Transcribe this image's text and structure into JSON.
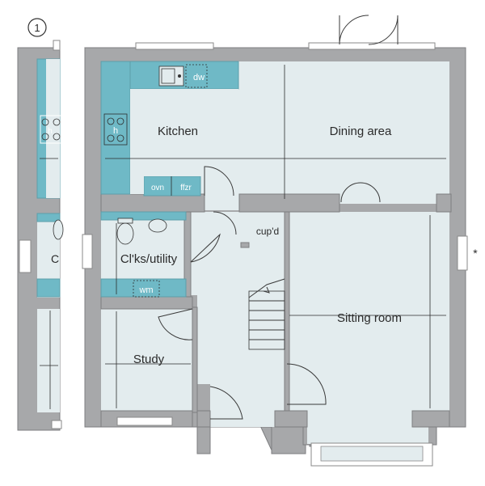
{
  "plan_number": "1",
  "rooms": {
    "kitchen": "Kitchen",
    "dining": "Dining area",
    "cloaks": "Cl'ks/utility",
    "cloaks_partial": "C",
    "study": "Study",
    "sitting": "Sitting room",
    "cupboard": "cup'd"
  },
  "appliances": {
    "dishwasher": "dw",
    "hob": "h",
    "hob_left": "h",
    "oven": "ovn",
    "fridge_freezer": "ffzr",
    "washing_machine": "wm"
  },
  "footnote_marker": "*",
  "colors": {
    "wall": "#a7a8aa",
    "floor": "#e3ecee",
    "fitted_units": "#6fb9c6"
  }
}
